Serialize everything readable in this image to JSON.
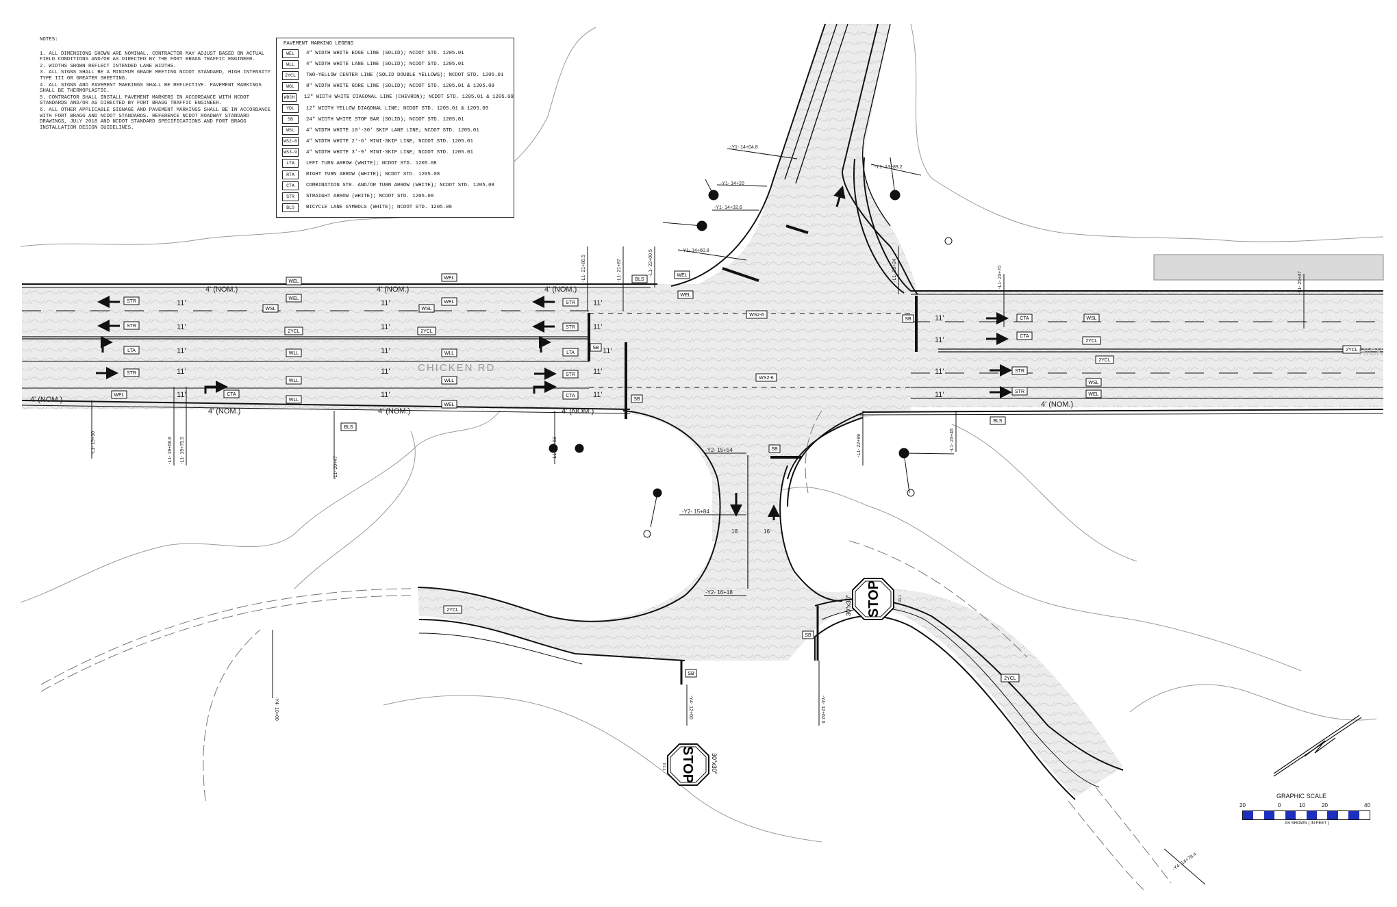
{
  "notes": {
    "title": "NOTES:",
    "items": [
      "1.  ALL DIMENSIONS SHOWN ARE NOMINAL.  CONTRACTOR MAY ADJUST BASED ON ACTUAL FIELD CONDITIONS AND/OR AS DIRECTED BY THE FORT BRAGG TRAFFIC ENGINEER.",
      "2.  WIDTHS SHOWN REFLECT INTENDED LANE WIDTHS.",
      "3.  ALL SIGNS SHALL BE A MINIMUM GRADE MEETING NCDOT STANDARD, HIGH INTENSITY TYPE III OR GREATER SHEETING.",
      "4.  ALL SIGNS AND PAVEMENT MARKINGS SHALL BE REFLECTIVE. PAVEMENT MARKINGS SHALL BE THERMOPLASTIC.",
      "5.  CONTRACTOR SHALL INSTALL PAVEMENT MARKERS IN ACCORDANCE WITH NCDOT STANDARDS AND/OR AS DIRECTED BY FORT BRAGG TRAFFIC ENGINEER.",
      "6.  ALL OTHER APPLICABLE SIGNAGE AND PAVEMENT MARKINGS SHALL BE IN ACCORDANCE WITH FORT BRAGG AND NCDOT STANDARDS.  REFERENCE NCDOT ROADWAY STANDARD DRAWINGS, JULY 2018 AND NCDOT STANDARD SPECIFICATIONS AND FORT BRAGG INSTALLATION DESIGN GUIDELINES."
    ]
  },
  "legend": {
    "title": "PAVEMENT MARKING LEGEND",
    "rows": [
      {
        "code": "WEL",
        "desc": "4\" WIDTH WHITE EDGE LINE (SOLID); NCDOT STD. 1205.01"
      },
      {
        "code": "WLL",
        "desc": "4\" WIDTH WHITE LANE LINE (SOLID); NCDOT STD. 1205.01"
      },
      {
        "code": "2YCL",
        "desc": "TWO-YELLOW CENTER LINE (SOLID DOUBLE YELLOWS); NCDOT STD. 1205.01"
      },
      {
        "code": "WGL",
        "desc": "8\" WIDTH WHITE GORE LINE (SOLID); NCDOT STD. 1205.01 & 1205.09"
      },
      {
        "code": "WDCH",
        "desc": "12\" WIDTH WHITE DIAGONAL LINE (CHEVRON); NCDOT STD. 1205.01 & 1205.09"
      },
      {
        "code": "YDL",
        "desc": "12\" WIDTH YELLOW DIAGONAL LINE; NCDOT STD. 1205.01 & 1205.09"
      },
      {
        "code": "SB",
        "desc": "24\" WIDTH WHITE STOP BAR (SOLID); NCDOT STD. 1205.01"
      },
      {
        "code": "WSL",
        "desc": "4\" WIDTH WHITE 10'-30' SKIP LANE LINE; NCDOT STD. 1205.01"
      },
      {
        "code": "WS2-6",
        "desc": "4\" WIDTH WHITE 2'-6' MINI-SKIP LINE; NCDOT STD. 1205.01"
      },
      {
        "code": "WS3-9",
        "desc": "4\" WIDTH WHITE 3'-9' MINI-SKIP LINE; NCDOT STD. 1205.01"
      },
      {
        "code": "LTA",
        "desc": "LEFT TURN ARROW (WHITE); NCDOT STD. 1205.08"
      },
      {
        "code": "RTA",
        "desc": "RIGHT TURN ARROW (WHITE); NCDOT STD. 1205.08"
      },
      {
        "code": "CTA",
        "desc": "COMBINATION STR. AND/OR TURN ARROW (WHITE); NCDOT STD. 1205.08"
      },
      {
        "code": "STR",
        "desc": "STRAIGHT ARROW (WHITE); NCDOT STD. 1205.08"
      },
      {
        "code": "BLS",
        "desc": "BICYCLE LANE SYMBOLS (WHITE); NCDOT STD. 1205.08"
      }
    ]
  },
  "road": {
    "name": "CHICKEN RD",
    "name_partial": "HICK",
    "lane_width": "11'",
    "lane_width_16": "16'",
    "nominal": "4' (NOM.)"
  },
  "labels": {
    "wel": "WEL",
    "wll": "WLL",
    "wsl": "WSL",
    "ycl": "2YCL",
    "str": "STR",
    "lta": "LTA",
    "cta": "CTA",
    "sb": "SB",
    "bls": "BLS",
    "ws26": "WS2-6",
    "rta": "RTA",
    "ydl": "YDL",
    "wdch": "WDCH"
  },
  "stations": {
    "l1_19_30": "-L1- 19+30",
    "l1_19_68": "-L1- 19+68.8",
    "l1_19_75": "-L1- 19+75.5",
    "l1_20_47": "-L1- 20+47",
    "l1_21_53": "-L1- 21+53",
    "l1_21_80": "-L1- 21+80.5",
    "l1_21_87": "-L1- 21+87",
    "l1_22_00": "-L1- 22+00.5",
    "l1_22_99": "-L1- 22+99",
    "l1_23_24": "-L1- 23+24",
    "l1_23_45": "-L1- 23+45",
    "l1_23_70": "-L1- 23+70",
    "l1_25_47": "-L1- 25+47",
    "y1_14_04": "-Y1- 14+04.8",
    "y1_14_20": "-Y1- 14+20",
    "y1_14_32": "-Y1- 14+32.6",
    "y1_14_60": "-Y1- 14+60.8",
    "y1_13_89": "-Y1- 13+89.2",
    "y2_15_54": "-Y2- 15+54",
    "y2_15_84": "-Y2- 15+84",
    "y2_16_18": "-Y2- 16+18",
    "y4_10_00": "-Y4- 10+00",
    "y4_12_00": "-Y4- 12+00",
    "y4_12_62": "-Y4- 12+62.6",
    "y4_14_78": "-Y4- 14+78.4"
  },
  "signs": {
    "stop": "STOP",
    "size": "30\"x30\"",
    "code": "R1-1"
  },
  "scale": {
    "title": "GRAPHIC SCALE",
    "ticks": [
      "20",
      "0",
      "10",
      "20",
      "40"
    ],
    "units": "AS SHOWN  ( IN FEET )"
  },
  "colors": {
    "pavement": "#ececec",
    "line": "#111111",
    "hatch": "#bdbdbd",
    "scale_blue": "#1d2fbf"
  }
}
